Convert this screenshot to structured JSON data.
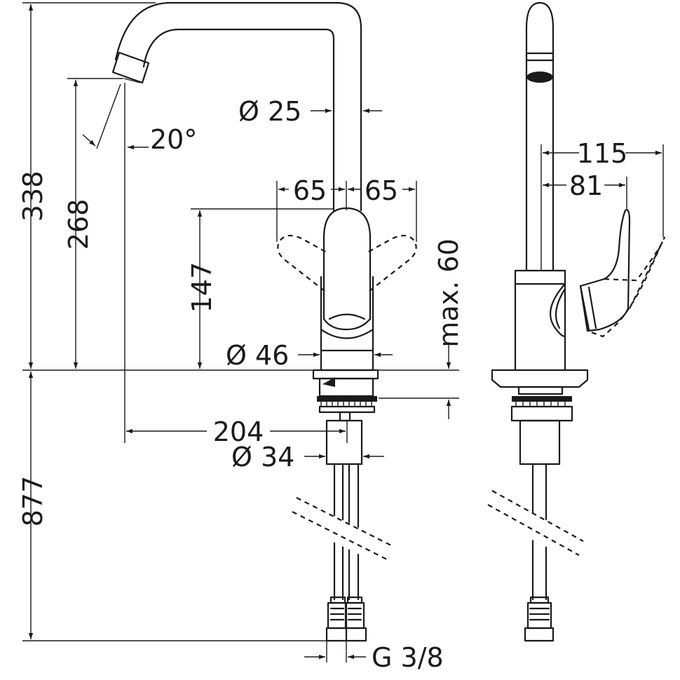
{
  "dimensions": {
    "total_height": "338",
    "spout_height": "268",
    "handle_height": "147",
    "spout_angle": "20°",
    "spout_diameter": "Ø 25",
    "lever_left": "65",
    "lever_right": "65",
    "body_diameter": "Ø 46",
    "max_thickness": "max. 60",
    "spout_reach": "204",
    "shank_diameter": "Ø 34",
    "hose_length": "877",
    "connection": "G 3/8",
    "side_lever_reach": "115",
    "side_lever_offset": "81"
  },
  "colors": {
    "line": "#1a1a1a",
    "background": "#ffffff"
  }
}
